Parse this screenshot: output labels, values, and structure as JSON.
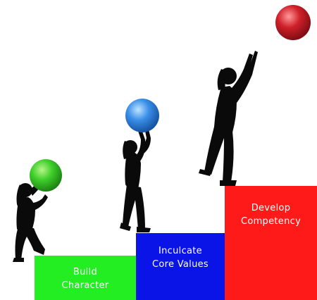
{
  "steps": [
    {
      "label": "Build\nCharacter",
      "color": "#22ee22"
    },
    {
      "label": "Inculcate\nCore Values",
      "color": "#0a14e6"
    },
    {
      "label": "Develop\nCompetency",
      "color": "#ff1a1a"
    }
  ],
  "balls": [
    {
      "color": "green",
      "fill": "#3fcf2a"
    },
    {
      "color": "blue",
      "fill": "#3a8ee8"
    },
    {
      "color": "red",
      "fill": "#d0202a"
    }
  ],
  "silhouette_color": "#0a0a0a"
}
